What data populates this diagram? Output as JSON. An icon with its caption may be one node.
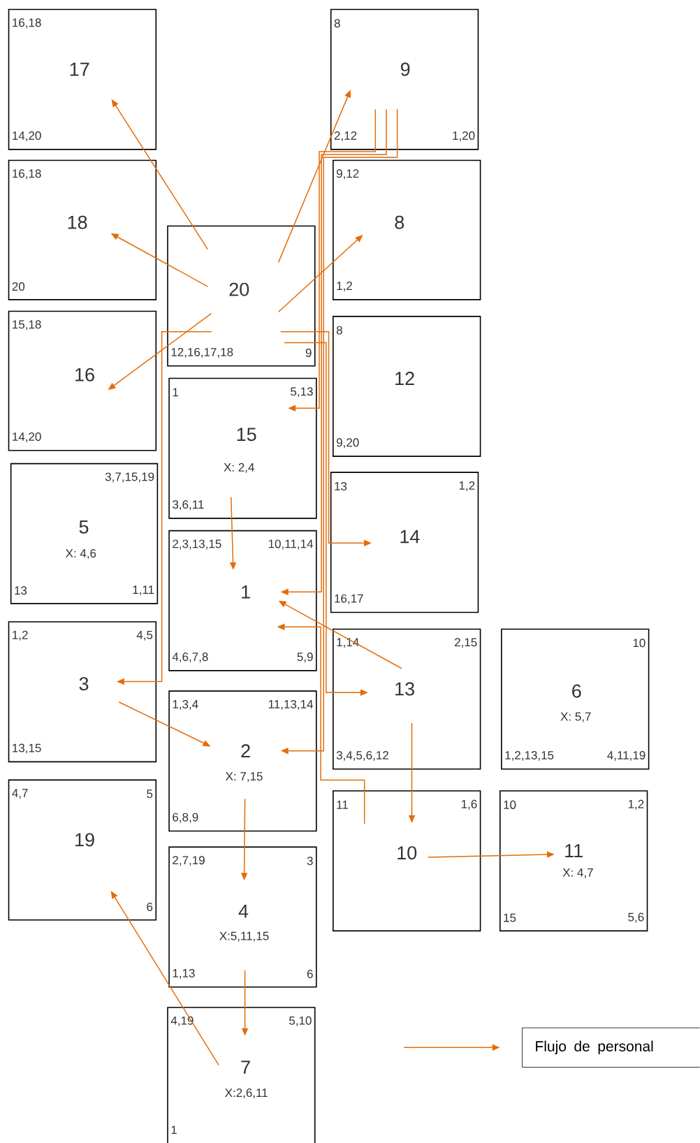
{
  "diagram": {
    "nodes": [
      {
        "text": [
          "17",
          "16,18",
          "14,20"
        ]
      },
      {
        "text": [
          "9",
          "8",
          "2,12",
          "1,20"
        ]
      },
      {
        "text": [
          "18",
          "16,18",
          "20"
        ]
      },
      {
        "text": [
          "8",
          "9,12",
          "1,2"
        ]
      },
      {
        "text": [
          "20",
          "12,16,17,18",
          "9"
        ]
      },
      {
        "text": [
          "16",
          "15,18",
          "14,20"
        ]
      },
      {
        "text": [
          "12",
          "8",
          "9,20"
        ]
      },
      {
        "text": [
          "15",
          "X: 2,4",
          "1",
          "5,13",
          "3,6,11"
        ]
      },
      {
        "text": [
          "5",
          "X: 4,6",
          "3,7,15,19",
          "13",
          "1,11"
        ]
      },
      {
        "text": [
          "14",
          "13",
          "1,2",
          "16,17"
        ]
      },
      {
        "text": [
          "1",
          "2,3,13,15",
          "10,11,14",
          "4,6,7,8",
          "5,9"
        ]
      },
      {
        "text": [
          "3",
          "1,2",
          "4,5",
          "13,15"
        ]
      },
      {
        "text": [
          "13",
          "1,14",
          "2,15",
          "3,4,5,6,12"
        ]
      },
      {
        "text": [
          "6",
          "X: 5,7",
          "10",
          "1,2,13,15",
          "4,11,19"
        ]
      },
      {
        "text": [
          "2",
          "X: 7,15",
          "1,3,4",
          "11,13,14",
          "6,8,9"
        ]
      },
      {
        "text": [
          "19",
          "4,7",
          "5",
          "6"
        ]
      },
      {
        "text": [
          "10",
          "11",
          "1,6"
        ]
      },
      {
        "text": [
          "11",
          "X: 4,7",
          "10",
          "1,2",
          "15",
          "5,6"
        ]
      },
      {
        "text": [
          "4",
          "X:5,11,15",
          "2,7,19",
          "3",
          "1,13",
          "6"
        ]
      },
      {
        "text": [
          "7",
          "X:2,6,11",
          "4,19",
          "5,10",
          "1"
        ]
      }
    ],
    "edges": [
      {
        "from": 4,
        "to": 0,
        "arrow": "to"
      },
      {
        "from": 4,
        "to": 2,
        "arrow": "to"
      },
      {
        "from": 4,
        "to": 5,
        "arrow": "to"
      },
      {
        "from": 4,
        "to": 1,
        "arrow": "to"
      },
      {
        "from": 4,
        "to": 3,
        "arrow": "to"
      },
      {
        "from": 1,
        "to": 7,
        "arrow": "to"
      },
      {
        "from": 1,
        "to": 10,
        "arrow": "to"
      },
      {
        "from": 1,
        "to": 14,
        "arrow": "to"
      },
      {
        "from": 4,
        "to": 11,
        "arrow": "to"
      },
      {
        "from": 4,
        "to": 12,
        "arrow": "to"
      },
      {
        "from": 4,
        "to": 9,
        "arrow": "to"
      },
      {
        "from": 7,
        "to": 10,
        "arrow": "to"
      },
      {
        "from": 12,
        "to": 10,
        "arrow": "to"
      },
      {
        "from": 16,
        "to": 10,
        "arrow": "to"
      },
      {
        "from": 12,
        "to": 16,
        "arrow": "to"
      },
      {
        "from": 16,
        "to": 17,
        "arrow": "to"
      },
      {
        "from": 11,
        "to": 14,
        "arrow": "to"
      },
      {
        "from": 14,
        "to": 18,
        "arrow": "to"
      },
      {
        "from": 18,
        "to": 19,
        "arrow": "to"
      },
      {
        "from": 19,
        "to": 15,
        "arrow": "to"
      }
    ],
    "legend": [
      {
        "text": "Flujo de personal"
      }
    ]
  }
}
